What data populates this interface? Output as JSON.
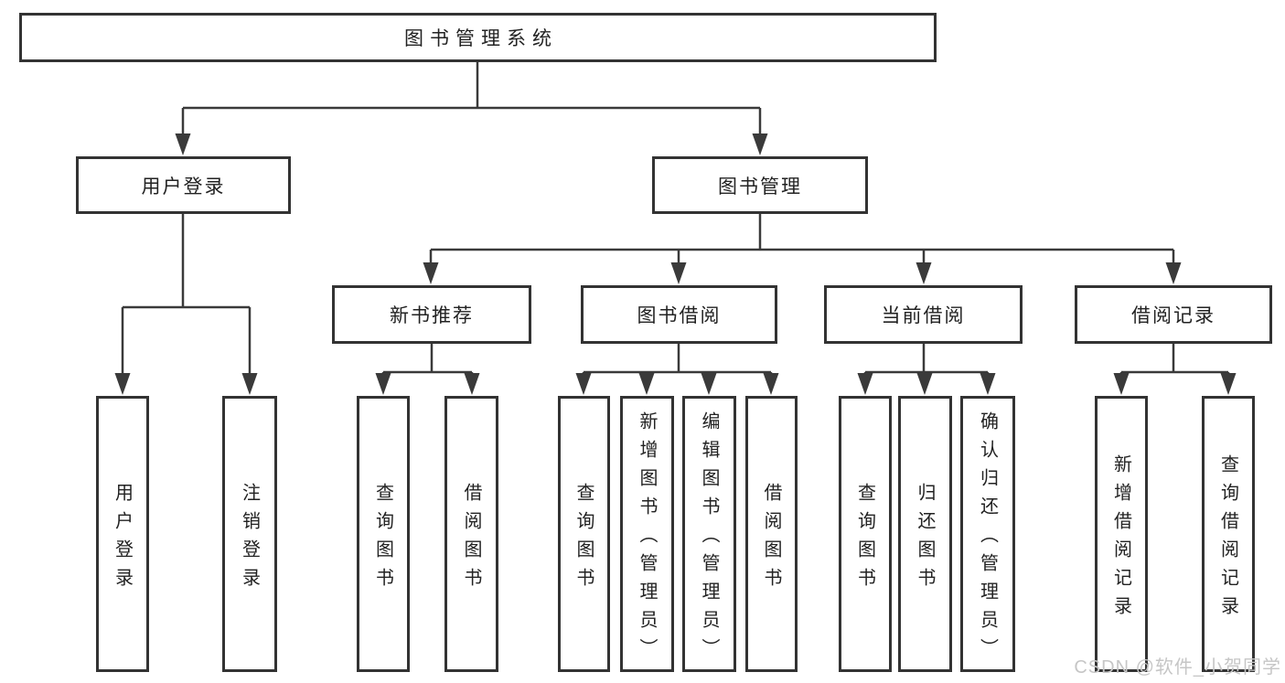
{
  "colors": {
    "line": "#3a3a3a",
    "box_border": "#333333",
    "text": "#222222",
    "watermark": "#c6c6c6",
    "background": "#ffffff"
  },
  "diagram": {
    "root": {
      "label": "图书管理系统"
    },
    "level2": [
      {
        "label": "用户登录",
        "parent": "图书管理系统"
      },
      {
        "label": "图书管理",
        "parent": "图书管理系统"
      }
    ],
    "level3": [
      {
        "label": "新书推荐",
        "parent": "图书管理"
      },
      {
        "label": "图书借阅",
        "parent": "图书管理"
      },
      {
        "label": "当前借阅",
        "parent": "图书管理"
      },
      {
        "label": "借阅记录",
        "parent": "图书管理"
      }
    ],
    "leaves": [
      {
        "label": "用户登录",
        "parent": "用户登录"
      },
      {
        "label": "注销登录",
        "parent": "用户登录"
      },
      {
        "label": "查询图书",
        "parent": "新书推荐"
      },
      {
        "label": "借阅图书",
        "parent": "新书推荐"
      },
      {
        "label": "查询图书",
        "parent": "图书借阅"
      },
      {
        "label": "新增图书（管理员）",
        "parent": "图书借阅"
      },
      {
        "label": "编辑图书（管理员）",
        "parent": "图书借阅"
      },
      {
        "label": "借阅图书",
        "parent": "图书借阅"
      },
      {
        "label": "查询图书",
        "parent": "当前借阅"
      },
      {
        "label": "归还图书",
        "parent": "当前借阅"
      },
      {
        "label": "确认归还（管理员）",
        "parent": "当前借阅"
      },
      {
        "label": "新增借阅记录",
        "parent": "借阅记录"
      },
      {
        "label": "查询借阅记录",
        "parent": "借阅记录"
      }
    ]
  },
  "watermark": {
    "text": "CSDN @软件_小贺同学"
  }
}
